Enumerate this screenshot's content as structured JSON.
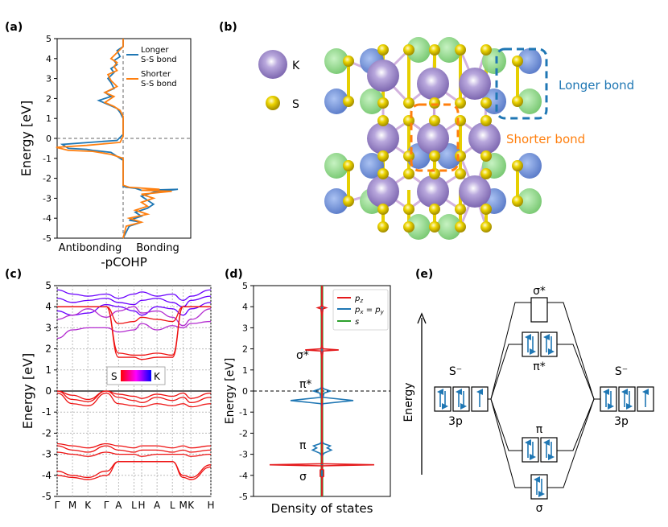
{
  "panel_labels": {
    "a": "(a)",
    "b": "(b)",
    "c": "(c)",
    "d": "(d)",
    "e": "(e)"
  },
  "colors": {
    "blue": "#1f77b4",
    "orange": "#ff7f0e",
    "red": "#e41a1c",
    "green": "#2ca02c",
    "k_atom": "#9b86c6",
    "s_atom": "#e6cf00",
    "lobe_blue": "#6f8fd9",
    "lobe_green": "#8fd98a"
  },
  "chart_data": [
    {
      "type": "line",
      "panel": "a",
      "ylabel": "Energy [eV]",
      "xlabel": "-pCOHP",
      "x_tick_labels": [
        "Antibonding",
        "Bonding"
      ],
      "ylim": [
        -5,
        5
      ],
      "yticks": [
        "5",
        "4",
        "3",
        "2",
        "1",
        "0",
        "-1",
        "-2",
        "-3",
        "-4",
        "-5"
      ],
      "xlim": [
        -1.2,
        1.0
      ],
      "series": [
        {
          "name": "Longer S-S bond",
          "x": [
            0,
            0,
            -0.1,
            -0.05,
            -0.15,
            -0.1,
            -0.2,
            -0.15,
            -0.25,
            -0.2,
            -0.15,
            -0.3,
            -0.2,
            -0.4,
            -0.25,
            -0.1,
            -0.05,
            0,
            0,
            -0.1,
            -1.0,
            -0.9,
            -0.6,
            -0.5,
            -0.2,
            -0.1,
            0,
            0,
            0,
            0.05,
            0.2,
            0.3,
            0.9,
            0.5,
            0.3,
            0.4,
            0.5,
            0.4,
            0.2,
            0.3,
            0.1,
            0.3,
            0.1,
            0
          ],
          "y": [
            5,
            4.6,
            4.4,
            4.1,
            3.9,
            3.7,
            3.5,
            3.3,
            3.0,
            2.8,
            2.5,
            2.3,
            2.1,
            1.9,
            1.7,
            1.5,
            1.3,
            1.0,
            0.2,
            -0.1,
            -0.3,
            -0.5,
            -0.55,
            -0.6,
            -0.7,
            -0.9,
            -1.1,
            -2.2,
            -2.4,
            -2.45,
            -2.5,
            -2.6,
            -2.55,
            -2.7,
            -2.9,
            -3.1,
            -3.3,
            -3.5,
            -3.7,
            -3.9,
            -4.1,
            -4.2,
            -4.4,
            -5
          ]
        },
        {
          "name": "Shorter S-S bond",
          "x": [
            0,
            0,
            -0.1,
            -0.2,
            -0.1,
            -0.15,
            -0.1,
            -0.25,
            -0.2,
            -0.1,
            -0.3,
            -0.15,
            -0.3,
            -0.15,
            -0.05,
            0,
            0,
            -0.05,
            -0.6,
            -1.1,
            -0.9,
            -0.5,
            -0.2,
            0,
            0,
            0,
            0.1,
            0.6,
            0.3,
            0.8,
            0.3,
            0.5,
            0.3,
            0.4,
            0.2,
            0.4,
            0.1,
            0.3,
            0.05,
            0
          ],
          "y": [
            5,
            4.6,
            4.3,
            4.0,
            3.8,
            3.6,
            3.4,
            3.2,
            2.9,
            2.6,
            2.3,
            2.1,
            1.8,
            1.6,
            1.4,
            1.1,
            0.1,
            -0.2,
            -0.35,
            -0.45,
            -0.6,
            -0.65,
            -0.8,
            -1.0,
            -2.2,
            -2.35,
            -2.45,
            -2.55,
            -2.6,
            -2.65,
            -2.8,
            -3.0,
            -3.2,
            -3.4,
            -3.6,
            -3.8,
            -4.0,
            -4.2,
            -4.4,
            -5
          ]
        }
      ],
      "legend_position": "top-right"
    },
    {
      "type": "line",
      "panel": "c",
      "ylabel": "Energy [eV]",
      "x_tick_labels": [
        "Γ",
        "M",
        "K",
        "Γ",
        "A",
        "L",
        "H",
        "A",
        "L",
        "M",
        "K",
        "H"
      ],
      "x_tick_positions": [
        0,
        1,
        2,
        3.2,
        4,
        5,
        5.5,
        6.5,
        7.5,
        8.2,
        8.7,
        10
      ],
      "ylim": [
        -5,
        5
      ],
      "yticks": [
        "5",
        "4",
        "3",
        "2",
        "1",
        "0",
        "-1",
        "-2",
        "-3",
        "-4",
        "-5"
      ],
      "colorbar": {
        "left": "S",
        "right": "K"
      },
      "bands": [
        {
          "color": "K",
          "y": [
            4.8,
            4.6,
            4.5,
            4.6,
            4.4,
            4.6,
            4.7,
            4.5,
            4.6,
            4.3,
            4.5,
            4.8
          ]
        },
        {
          "color": "K",
          "y": [
            4.4,
            4.2,
            4.3,
            4.4,
            4.2,
            4.1,
            4.3,
            4.4,
            4.2,
            4.0,
            4.3,
            4.5
          ]
        },
        {
          "color": "K",
          "y": [
            3.8,
            3.6,
            3.7,
            4.1,
            4.0,
            3.8,
            3.6,
            4.0,
            3.9,
            3.6,
            3.9,
            4.2
          ]
        },
        {
          "color": "mix",
          "y": [
            3.4,
            3.6,
            3.9,
            3.5,
            3.8,
            4.0,
            3.7,
            3.8,
            3.5,
            3.1,
            3.4,
            3.9
          ]
        },
        {
          "color": "mix",
          "y": [
            2.5,
            2.9,
            3.0,
            3.0,
            2.8,
            2.9,
            3.2,
            2.9,
            3.1,
            3.0,
            3.2,
            3.3
          ]
        },
        {
          "color": "S",
          "y": [
            4.0,
            4.0,
            4.0,
            4.0,
            3.2,
            3.3,
            3.5,
            3.4,
            3.3,
            4.0,
            4.0,
            4.0
          ]
        },
        {
          "color": "S",
          "y": [
            4.0,
            4.0,
            4.0,
            4.0,
            1.8,
            1.7,
            1.7,
            1.8,
            1.7,
            4.0,
            4.0,
            4.0
          ]
        },
        {
          "color": "S",
          "y": [
            4.0,
            4.0,
            4.0,
            4.0,
            1.6,
            1.6,
            1.5,
            1.6,
            1.6,
            4.0,
            4.0,
            4.0
          ]
        },
        {
          "color": "S",
          "y": [
            0.0,
            -0.2,
            -0.4,
            0.0,
            -0.15,
            -0.25,
            -0.35,
            -0.15,
            -0.25,
            -0.1,
            -0.35,
            -0.1
          ]
        },
        {
          "color": "S",
          "y": [
            0.0,
            -0.4,
            -0.5,
            0.0,
            -0.3,
            -0.45,
            -0.55,
            -0.3,
            -0.45,
            -0.3,
            -0.55,
            -0.3
          ]
        },
        {
          "color": "S",
          "y": [
            -0.1,
            -0.6,
            -0.7,
            -0.1,
            -0.6,
            -0.7,
            -0.75,
            -0.6,
            -0.7,
            -0.6,
            -0.75,
            -0.6
          ]
        },
        {
          "color": "S",
          "y": [
            -2.5,
            -2.6,
            -2.7,
            -2.5,
            -2.6,
            -2.7,
            -2.6,
            -2.6,
            -2.7,
            -2.6,
            -2.7,
            -2.6
          ]
        },
        {
          "color": "S",
          "y": [
            -2.6,
            -2.8,
            -2.9,
            -2.6,
            -2.8,
            -2.9,
            -2.8,
            -2.8,
            -2.9,
            -2.8,
            -2.9,
            -2.8
          ]
        },
        {
          "color": "S",
          "y": [
            -2.9,
            -3.0,
            -3.1,
            -2.9,
            -3.0,
            -3.0,
            -3.1,
            -3.0,
            -3.0,
            -3.0,
            -3.1,
            -3.0
          ]
        },
        {
          "color": "S",
          "y": [
            -3.8,
            -4.0,
            -4.1,
            -3.8,
            -3.35,
            -3.35,
            -3.35,
            -3.35,
            -3.35,
            -4.0,
            -4.1,
            -3.5
          ]
        },
        {
          "color": "S",
          "y": [
            -4.0,
            -4.1,
            -4.2,
            -4.0,
            -3.35,
            -3.35,
            -3.35,
            -3.35,
            -3.35,
            -4.1,
            -4.2,
            -3.6
          ]
        }
      ]
    },
    {
      "type": "line",
      "panel": "d",
      "ylabel": "Energy [eV]",
      "xlabel": "Density of states",
      "ylim": [
        -5,
        5
      ],
      "yticks": [
        "5",
        "4",
        "3",
        "2",
        "1",
        "0",
        "-1",
        "-2",
        "-3",
        "-4",
        "-5"
      ],
      "series": [
        {
          "name": "p_z",
          "x": [
            0,
            0,
            0.05,
            0.2,
            0.05,
            0,
            0,
            0.05,
            0.8,
            0.05,
            0,
            0,
            0,
            0,
            2.5,
            0,
            0,
            0.08,
            0.08,
            0,
            0
          ],
          "y": [
            5,
            4.1,
            4.0,
            3.95,
            3.9,
            3.5,
            2.2,
            2.0,
            1.95,
            1.9,
            1.5,
            0,
            -3.0,
            -3.45,
            -3.5,
            -3.55,
            -3.7,
            -3.75,
            -4.05,
            -4.1,
            -5
          ]
        },
        {
          "name": "p_x = p_y",
          "x": [
            0,
            0,
            0.1,
            0.4,
            0.1,
            0.05,
            1.5,
            0.05,
            0,
            0,
            0.1,
            0.4,
            0.25,
            0.45,
            0.1,
            0,
            0
          ],
          "y": [
            5,
            0.2,
            0.1,
            0.0,
            -0.1,
            -0.3,
            -0.45,
            -0.6,
            -0.8,
            -2.4,
            -2.5,
            -2.6,
            -2.7,
            -2.8,
            -2.95,
            -3.1,
            -5
          ]
        },
        {
          "name": "s",
          "x": [
            0.02,
            0.02,
            0.02,
            0.02
          ],
          "y": [
            5,
            0,
            -3.5,
            -5
          ]
        }
      ],
      "annotations": [
        "σ*",
        "π*",
        "π",
        "σ"
      ],
      "legend_position": "top-right"
    }
  ],
  "panel_b": {
    "legend_k": "K",
    "legend_s": "S",
    "longer_bond_label": "Longer bond",
    "shorter_bond_label": "Shorter bond"
  },
  "panel_e": {
    "axis_label": "Energy",
    "left_atom": "S⁻",
    "left_orbital": "3p",
    "right_atom": "S⁻",
    "right_orbital": "3p",
    "sigma_star": "σ*",
    "pi_star": "π*",
    "pi": "π",
    "sigma": "σ"
  }
}
